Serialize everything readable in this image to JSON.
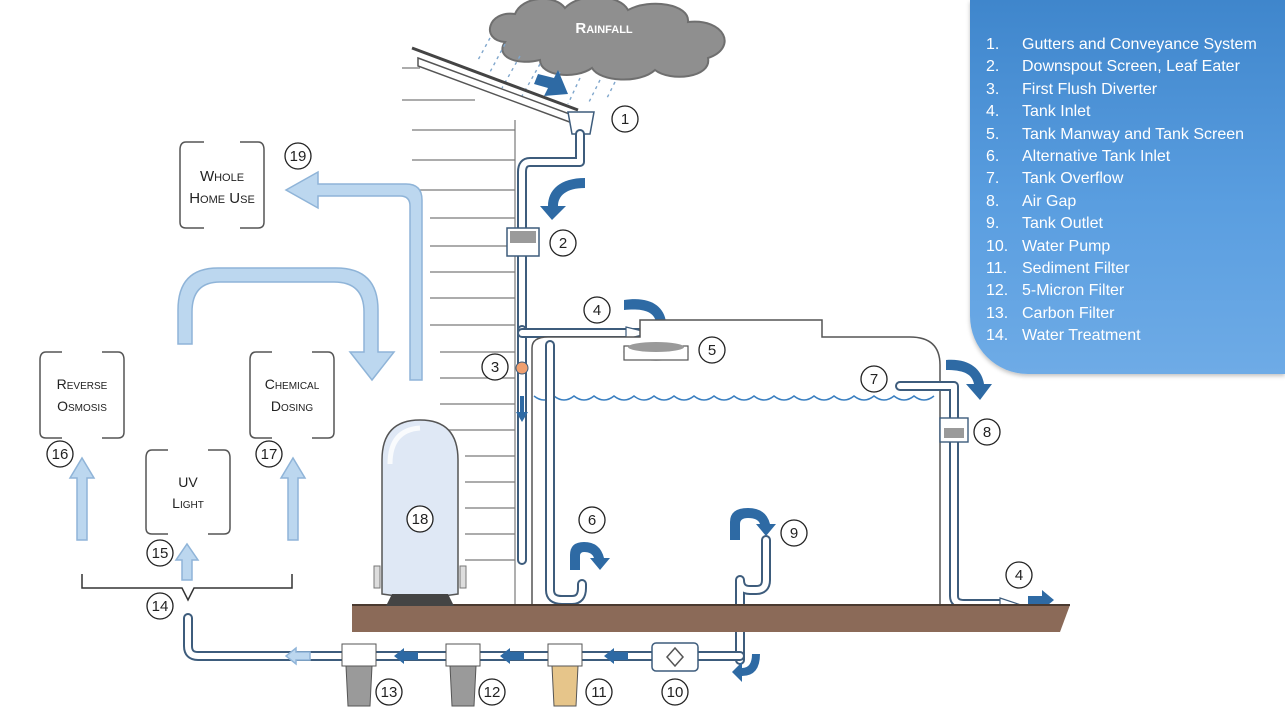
{
  "cloud_label": "Rainfall",
  "legend": [
    {
      "num": "1.",
      "text": "Gutters and Conveyance System"
    },
    {
      "num": "2.",
      "text": "Downspout Screen, Leaf Eater"
    },
    {
      "num": "3.",
      "text": "First Flush Diverter"
    },
    {
      "num": "4.",
      "text": "Tank Inlet"
    },
    {
      "num": "5.",
      "text": "Tank Manway and Tank Screen"
    },
    {
      "num": "6.",
      "text": "Alternative Tank Inlet"
    },
    {
      "num": "7.",
      "text": "Tank Overflow"
    },
    {
      "num": "8.",
      "text": "Air Gap"
    },
    {
      "num": "9.",
      "text": "Tank Outlet"
    },
    {
      "num": "10.",
      "text": "Water Pump"
    },
    {
      "num": "11.",
      "text": "Sediment Filter"
    },
    {
      "num": "12.",
      "text": "5-Micron Filter"
    },
    {
      "num": "13.",
      "text": "Carbon Filter"
    },
    {
      "num": "14.",
      "text": "Water Treatment"
    }
  ],
  "uses": {
    "whole_home": {
      "line1": "Whole",
      "line2": "Home Use"
    },
    "reverse_osmosis": {
      "line1": "Reverse",
      "line2": "Osmosis"
    },
    "uv_light": {
      "line1": "UV",
      "line2": "Light"
    },
    "chemical_dosing": {
      "line1": "Chemical",
      "line2": "Dosing"
    }
  },
  "markers": [
    "1",
    "2",
    "3",
    "4",
    "5",
    "6",
    "7",
    "8",
    "9",
    "10",
    "11",
    "12",
    "13",
    "14",
    "15",
    "16",
    "17",
    "18",
    "19",
    "4"
  ],
  "colors": {
    "legend_bg": "#4a90d6",
    "arrow_dark": "#2e6aa4",
    "arrow_light": "#bcd7ef",
    "ground": "#8b6a58"
  }
}
